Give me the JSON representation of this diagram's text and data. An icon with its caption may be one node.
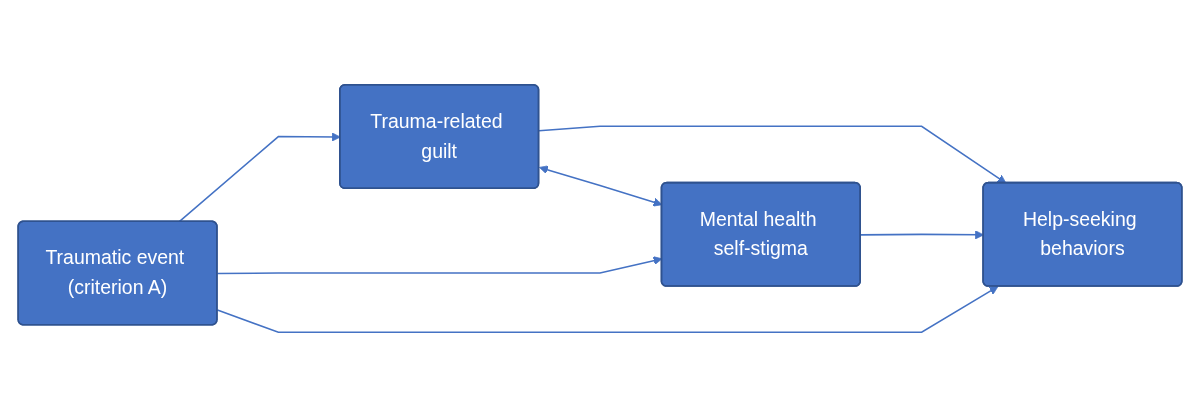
{
  "diagram": {
    "nodes": [
      {
        "text": [
          "Trauma-related guilt"
        ]
      },
      {
        "text": [
          "Mental health self-stigma"
        ]
      },
      {
        "text": [
          "Traumatic event (criterion A)"
        ]
      },
      {
        "text": [
          "Help-seeking behaviors"
        ]
      }
    ],
    "edges": [
      {
        "from": 2,
        "to": 0,
        "arrow": "to"
      },
      {
        "from": 0,
        "to": 1,
        "arrow": "both"
      },
      {
        "from": 2,
        "to": 1,
        "arrow": "to"
      },
      {
        "from": 0,
        "to": 3,
        "arrow": "to"
      },
      {
        "from": 1,
        "to": 3,
        "arrow": "to"
      },
      {
        "from": 2,
        "to": 3,
        "arrow": "to"
      }
    ]
  }
}
